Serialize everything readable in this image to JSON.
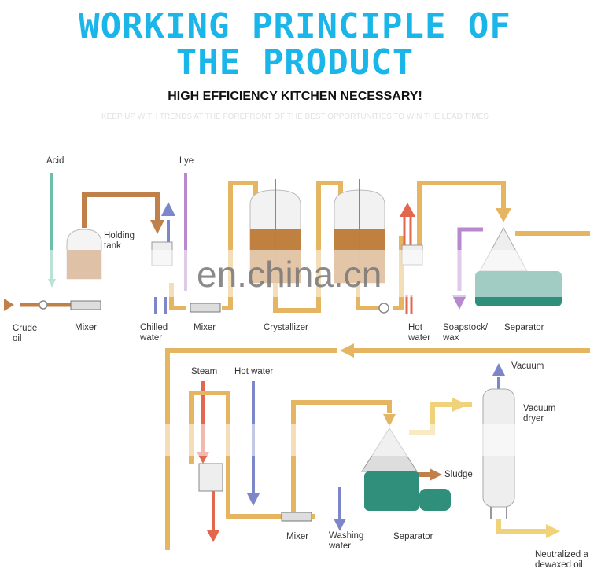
{
  "header": {
    "title_line1": "WORKING PRINCIPLE OF",
    "title_line2": "THE PRODUCT",
    "subtitle": "HIGH EFFICIENCY KITCHEN NECESSARY!",
    "tagline": "KEEP UP WITH TRENDS AT THE FOREFRONT OF THE BEST OPPORTUNITIES TO WIN THE LEAD TIMES"
  },
  "diagram": {
    "watermark": "en.china.cn",
    "colors": {
      "title": "#1ab6ea",
      "oil_pipe": "#c0804a",
      "light_pipe": "#e6b561",
      "acid": "#6cbfa8",
      "lye": "#b989cf",
      "chilled": "#7d86c9",
      "hot": "#e2674f",
      "separator": "#2f8f7a"
    },
    "labels": {
      "acid": "Acid",
      "lye": "Lye",
      "holding_tank": "Holding\ntank",
      "crude_oil": "Crude\noil",
      "mixer1": "Mixer",
      "chilled_water": "Chilled\nwater",
      "mixer2": "Mixer",
      "crystallizer": "Crystallizer",
      "hot_water1": "Hot\nwater",
      "soapstock": "Soapstock/\nwax",
      "separator1": "Separator",
      "steam": "Steam",
      "hot_water2": "Hot water",
      "vacuum": "Vacuum",
      "vacuum_dryer": "Vacuum\ndryer",
      "sludge": "Sludge",
      "mixer3": "Mixer",
      "washing_water": "Washing\nwater",
      "separator2": "Separator",
      "neutralized_oil": "Neutralized a\ndewaxed oil"
    }
  }
}
